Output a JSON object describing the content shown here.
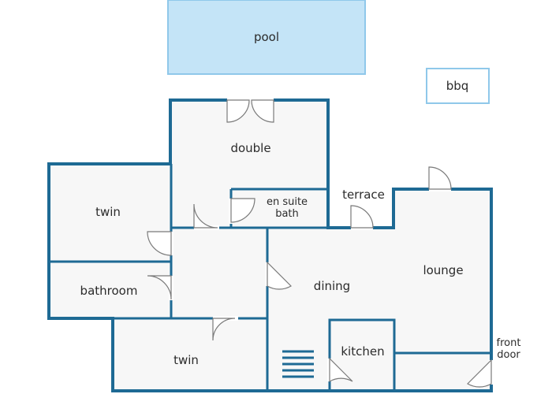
{
  "rooms": {
    "pool": "pool",
    "bbq": "bbq",
    "double": "double",
    "en_suite_line1": "en suite",
    "en_suite_line2": "bath",
    "terrace": "terrace",
    "twin_upper": "twin",
    "bathroom": "bathroom",
    "twin_lower": "twin",
    "dining": "dining",
    "lounge": "lounge",
    "kitchen": "kitchen",
    "front_door_line1": "front",
    "front_door_line2": "door"
  },
  "colors": {
    "wall": "#1e6a94",
    "pool_fill": "#c4e4f7",
    "pool_stroke": "#8fc8ea",
    "bbq_stroke": "#8fc8ea",
    "floor": "#f7f7f7"
  }
}
